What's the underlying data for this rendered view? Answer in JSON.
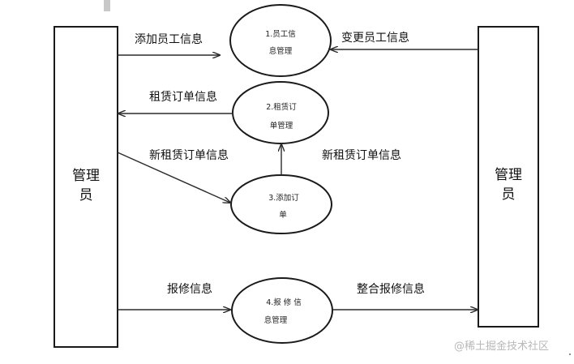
{
  "entities": {
    "left": {
      "line1": "管理",
      "line2": "员"
    },
    "right": {
      "line1": "管理",
      "line2": "员"
    }
  },
  "processes": [
    {
      "line1": "1.员工信",
      "line2": "息管理"
    },
    {
      "line1": "2.租赁订",
      "line2": "单管理"
    },
    {
      "line1": "3.添加订",
      "line2": "单"
    },
    {
      "line1": "4.报 修 信",
      "line2": "息管理"
    }
  ],
  "flows": {
    "add_employee": "添加员工信息",
    "change_employee": "变更员工信息",
    "rental_order": "租赁订单信息",
    "new_rental_order_left": "新租赁订单信息",
    "new_rental_order_right": "新租赁订单信息",
    "repair_info": "报修信息",
    "merge_repair_info": "整合报修信息"
  },
  "watermark": "@稀土掘金技术社区",
  "colors": {
    "line": "#2b2b2b",
    "text": "#111111",
    "watermark": "#b8b8b8"
  }
}
